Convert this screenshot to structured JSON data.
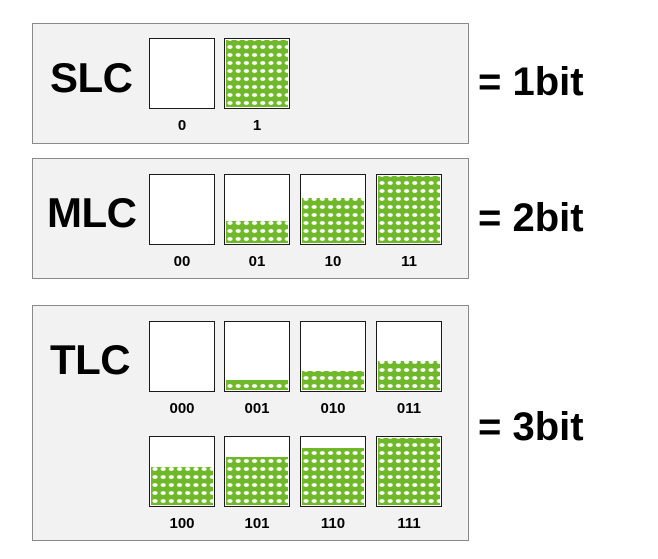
{
  "colors": {
    "charge": "#6fb82a",
    "panel": "#f2f2f2"
  },
  "rows": [
    {
      "type": "SLC",
      "bits": "= 1bit",
      "cells": [
        {
          "label": "0",
          "level": 0
        },
        {
          "label": "1",
          "level": 1
        }
      ]
    },
    {
      "type": "MLC",
      "bits": "= 2bit",
      "cells": [
        {
          "label": "00",
          "level": 0
        },
        {
          "label": "01",
          "level": 0.333
        },
        {
          "label": "10",
          "level": 0.667
        },
        {
          "label": "11",
          "level": 1
        }
      ]
    },
    {
      "type": "TLC",
      "bits": "= 3bit",
      "cells": [
        {
          "label": "000",
          "level": 0
        },
        {
          "label": "001",
          "level": 0.143
        },
        {
          "label": "010",
          "level": 0.286
        },
        {
          "label": "011",
          "level": 0.429
        },
        {
          "label": "100",
          "level": 0.571
        },
        {
          "label": "101",
          "level": 0.714
        },
        {
          "label": "110",
          "level": 0.857
        },
        {
          "label": "111",
          "level": 1
        }
      ]
    }
  ]
}
